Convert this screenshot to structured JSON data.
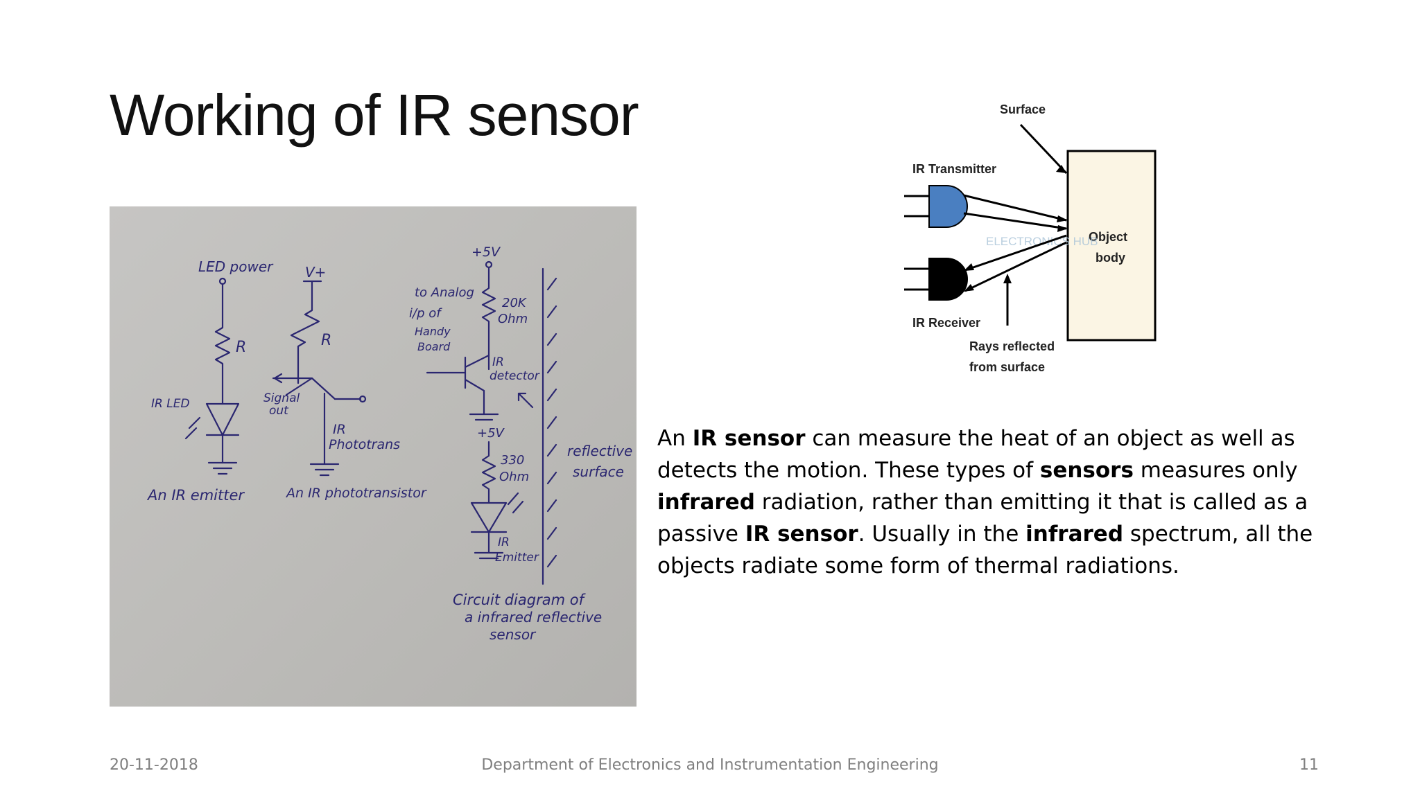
{
  "slide": {
    "title": "Working of IR sensor",
    "paragraph": [
      {
        "t": "An ",
        "b": false
      },
      {
        "t": "IR sensor",
        "b": true
      },
      {
        "t": " can measure the heat of an object as well as detects the motion. These types of ",
        "b": false
      },
      {
        "t": "sensors",
        "b": true
      },
      {
        "t": " measures only ",
        "b": false
      },
      {
        "t": "infrared",
        "b": true
      },
      {
        "t": " radiation, rather than emitting it that is called as a passive ",
        "b": false
      },
      {
        "t": "IR sensor",
        "b": true
      },
      {
        "t": ". Usually in the ",
        "b": false
      },
      {
        "t": "infrared",
        "b": true
      },
      {
        "t": " spectrum, all the objects radiate some form of thermal radiations.",
        "b": false
      }
    ]
  },
  "photo_labels": {
    "led_power": "LED power",
    "v_plus": "V+",
    "r1": "R",
    "r2": "R",
    "ir_led": "IR LED",
    "signal_out_1": "Signal",
    "signal_out_2": "out",
    "ir_phototrans_1": "IR",
    "ir_phototrans_2": "Phototrans",
    "emitter_caption": "An IR emitter",
    "phototransistor_caption": "An IR phototransistor",
    "plus5v_top": "+5V",
    "analog_1": "to Analog",
    "analog_2": "i/p of",
    "analog_3": "Handy",
    "analog_4": "Board",
    "r_20k_1": "20K",
    "r_20k_2": "Ohm",
    "ir_detector_1": "IR",
    "ir_detector_2": "detector",
    "plus5v_mid": "+5V",
    "r_330_1": "330",
    "r_330_2": "Ohm",
    "ir_emitter_1": "IR",
    "ir_emitter_2": "Emitter",
    "reflective_1": "reflective",
    "reflective_2": "surface",
    "circuit_1": "Circuit diagram of",
    "circuit_2": "a infrared reflective",
    "circuit_3": "sensor"
  },
  "diagram_labels": {
    "surface": "Surface",
    "ir_transmitter": "IR Transmitter",
    "ir_receiver": "IR Receiver",
    "object_1": "Object",
    "object_2": "body",
    "rays_1": "Rays reflected",
    "rays_2": "from surface",
    "watermark": "ELECTRONICS HUB"
  },
  "colors": {
    "transmitter": "#4a7fc1",
    "receiver": "#000000",
    "object_body": "#fbf5e4",
    "ink": "#2a2670"
  },
  "footer": {
    "date": "20-11-2018",
    "department": "Department of Electronics and Instrumentation Engineering",
    "page": "11"
  }
}
